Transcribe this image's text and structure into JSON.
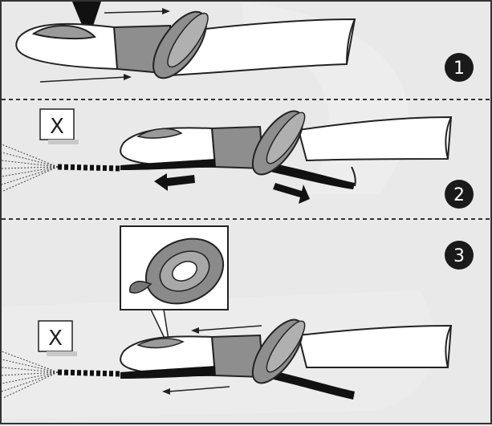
{
  "steps": [
    {
      "number": "1"
    },
    {
      "number": "2",
      "warning_mark": "X"
    },
    {
      "number": "3",
      "warning_mark": "X"
    }
  ],
  "colors": {
    "background": "#e9e9e9",
    "sleeve": "#8e8e8e",
    "outline": "#222222",
    "badge": "#1a1a1a",
    "cable": "#ffffff"
  },
  "icons": [
    "tape-roll-icon",
    "push-arrow-icon",
    "pull-arrow-icon",
    "frayed-wire-icon"
  ]
}
